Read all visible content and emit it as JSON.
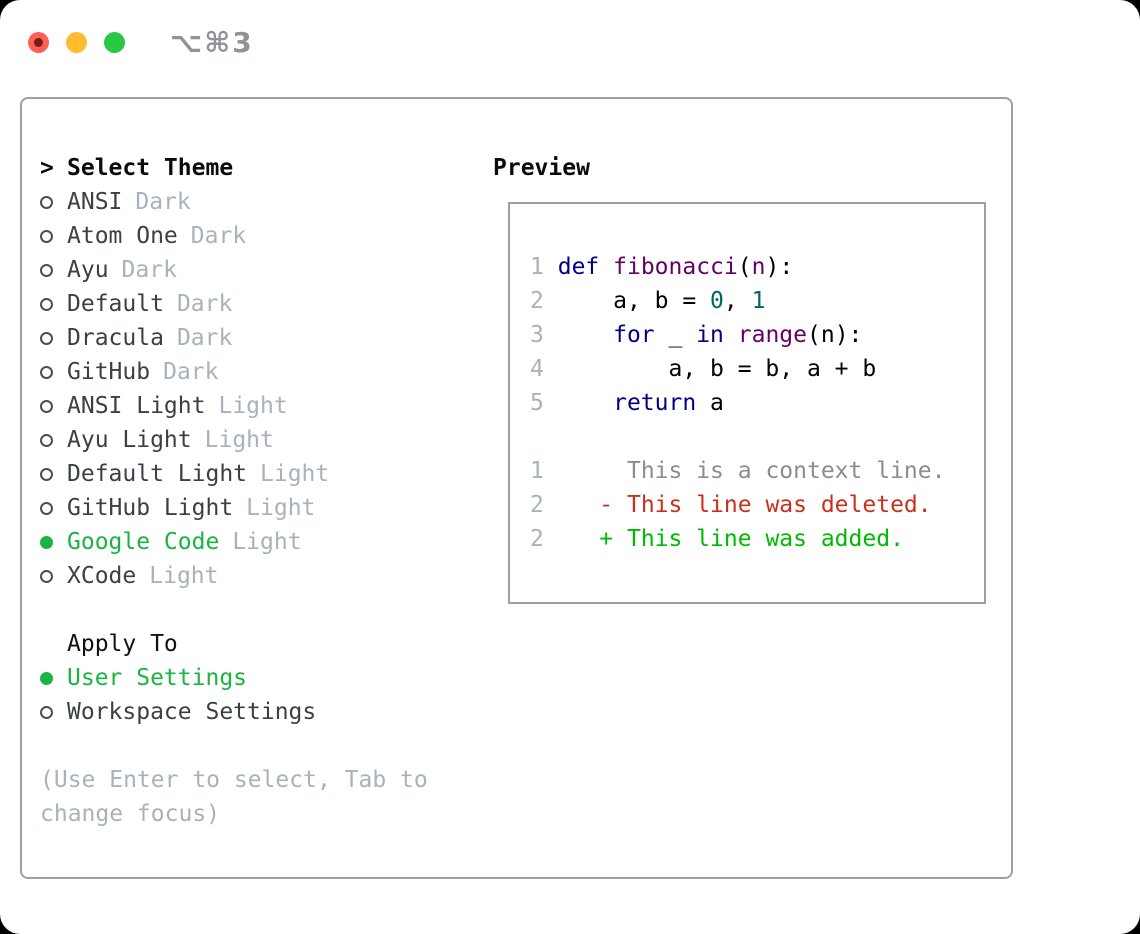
{
  "window": {
    "title": "⌥⌘3",
    "traffic_lights": {
      "close": "#ff5f57",
      "minimize": "#febc2e",
      "zoom": "#28c840"
    }
  },
  "selector": {
    "header_prefix": ">",
    "header": "Select Theme",
    "themes": [
      {
        "name": "ANSI",
        "variant": "Dark",
        "selected": false
      },
      {
        "name": "Atom One",
        "variant": "Dark",
        "selected": false
      },
      {
        "name": "Ayu",
        "variant": "Dark",
        "selected": false
      },
      {
        "name": "Default",
        "variant": "Dark",
        "selected": false
      },
      {
        "name": "Dracula",
        "variant": "Dark",
        "selected": false
      },
      {
        "name": "GitHub",
        "variant": "Dark",
        "selected": false
      },
      {
        "name": "ANSI Light",
        "variant": "Light",
        "selected": false
      },
      {
        "name": "Ayu Light",
        "variant": "Light",
        "selected": false
      },
      {
        "name": "Default Light",
        "variant": "Light",
        "selected": false
      },
      {
        "name": "GitHub Light",
        "variant": "Light",
        "selected": false
      },
      {
        "name": "Google Code",
        "variant": "Light",
        "selected": true
      },
      {
        "name": "XCode",
        "variant": "Light",
        "selected": false
      }
    ],
    "apply_to": {
      "header": "Apply To",
      "options": [
        {
          "label": "User Settings",
          "selected": true
        },
        {
          "label": "Workspace Settings",
          "selected": false
        }
      ]
    },
    "hint": "(Use Enter to select, Tab to change focus)"
  },
  "preview": {
    "title": "Preview",
    "lines": [
      {
        "kind": "code",
        "num": "1",
        "tokens": [
          {
            "text": "def",
            "type": "kw"
          },
          {
            "text": " ",
            "type": "pl"
          },
          {
            "text": "fibonacci",
            "type": "fn"
          },
          {
            "text": "(",
            "type": "pl"
          },
          {
            "text": "n",
            "type": "fn"
          },
          {
            "text": "):",
            "type": "pl"
          }
        ]
      },
      {
        "kind": "code",
        "num": "2",
        "tokens": [
          {
            "text": "    a, b = ",
            "type": "pl"
          },
          {
            "text": "0",
            "type": "num"
          },
          {
            "text": ", ",
            "type": "pl"
          },
          {
            "text": "1",
            "type": "num"
          }
        ]
      },
      {
        "kind": "code",
        "num": "3",
        "tokens": [
          {
            "text": "    ",
            "type": "pl"
          },
          {
            "text": "for",
            "type": "kw"
          },
          {
            "text": " _ ",
            "type": "pl"
          },
          {
            "text": "in",
            "type": "kw"
          },
          {
            "text": " ",
            "type": "pl"
          },
          {
            "text": "range",
            "type": "fn"
          },
          {
            "text": "(n):",
            "type": "pl"
          }
        ]
      },
      {
        "kind": "code",
        "num": "4",
        "tokens": [
          {
            "text": "        a, b = b, a + b",
            "type": "pl"
          }
        ]
      },
      {
        "kind": "code",
        "num": "5",
        "tokens": [
          {
            "text": "    ",
            "type": "pl"
          },
          {
            "text": "return",
            "type": "kw"
          },
          {
            "text": " a",
            "type": "pl"
          }
        ]
      },
      {
        "kind": "blank"
      },
      {
        "kind": "diff",
        "num": "1",
        "sign": " ",
        "text": "This is a context line.",
        "type": "context"
      },
      {
        "kind": "diff",
        "num": "2",
        "sign": "-",
        "text": "This line was deleted.",
        "type": "deleted"
      },
      {
        "kind": "diff",
        "num": "2",
        "sign": "+",
        "text": "This line was added.",
        "type": "added"
      }
    ]
  },
  "colors": {
    "selected_green": "#19b442",
    "diff_added": "#00ba00",
    "diff_deleted": "#c9301c",
    "syntax_keyword": "#000088",
    "syntax_function": "#660066",
    "syntax_number": "#006666",
    "line_number": "#a9b1bb",
    "muted_text": "#a9b2bc",
    "context_text": "#8a8d91",
    "panel_border": "#99a2ac"
  }
}
